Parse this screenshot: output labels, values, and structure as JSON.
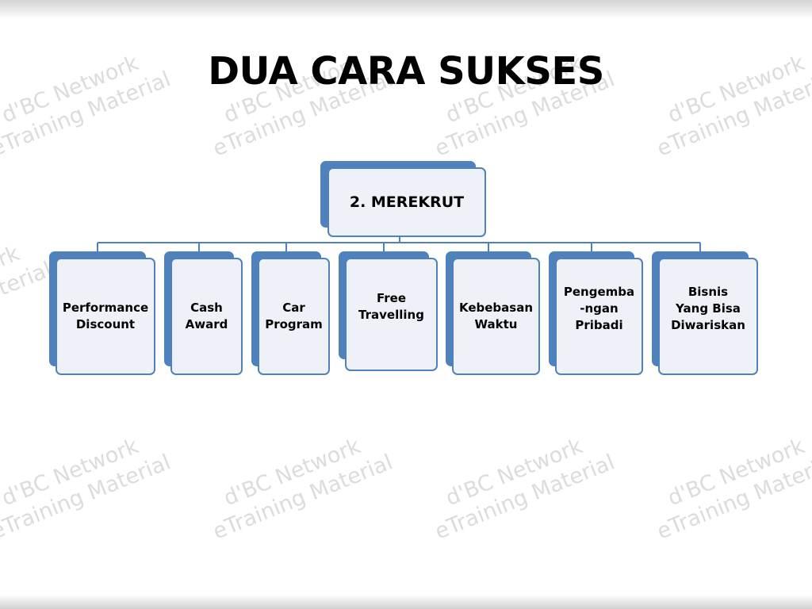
{
  "title": "DUA CARA SUKSES",
  "watermark": {
    "line1": "d'BC Network",
    "line2": "eTraining Material"
  },
  "diagram": {
    "root": "2. MEREKRUT",
    "children": [
      "Performance\nDiscount",
      "Cash\nAward",
      "Car\nProgram",
      "Free\nTravelling",
      "Kebebasan\nWaktu",
      "Pengemba\n-ngan\nPribadi",
      "Bisnis\nYang Bisa\nDiwariskan"
    ]
  },
  "colors": {
    "node_border": "#4f81bd",
    "node_fill": "#eef2f8",
    "connector": "#4f81bd",
    "watermark": "#dcdcdc"
  }
}
